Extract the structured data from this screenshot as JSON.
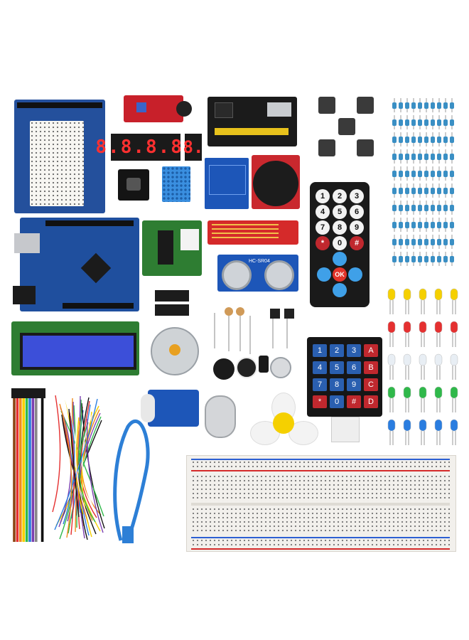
{
  "display": {
    "digits": "8.8.8.8.",
    "single_digit": "8."
  },
  "remote": {
    "keys": [
      "1",
      "2",
      "3",
      "4",
      "5",
      "6",
      "7",
      "8",
      "9",
      "*",
      "0",
      "#"
    ],
    "ok": "OK"
  },
  "keypad": {
    "rows": [
      [
        "1",
        "2",
        "3",
        "A"
      ],
      [
        "4",
        "5",
        "6",
        "B"
      ],
      [
        "7",
        "8",
        "9",
        "C"
      ],
      [
        "*",
        "0",
        "#",
        "D"
      ]
    ]
  },
  "sensor": {
    "ultrasonic_label": "HC-SR04"
  },
  "colors": {
    "pcb_blue": "#1f4f9e",
    "pcb_red": "#c8202a",
    "pcb_green": "#2e7d32",
    "lcd_blue": "#3c4fd9",
    "led_yellow": "#f5d000",
    "led_red": "#e53030",
    "led_white": "#e8eef4",
    "led_green": "#2fb84a",
    "led_blue": "#2a7de0",
    "breadboard": "#f2f0ec",
    "cable_blue": "#2d7fd6",
    "resistor_blue": "#3a8fc4"
  }
}
